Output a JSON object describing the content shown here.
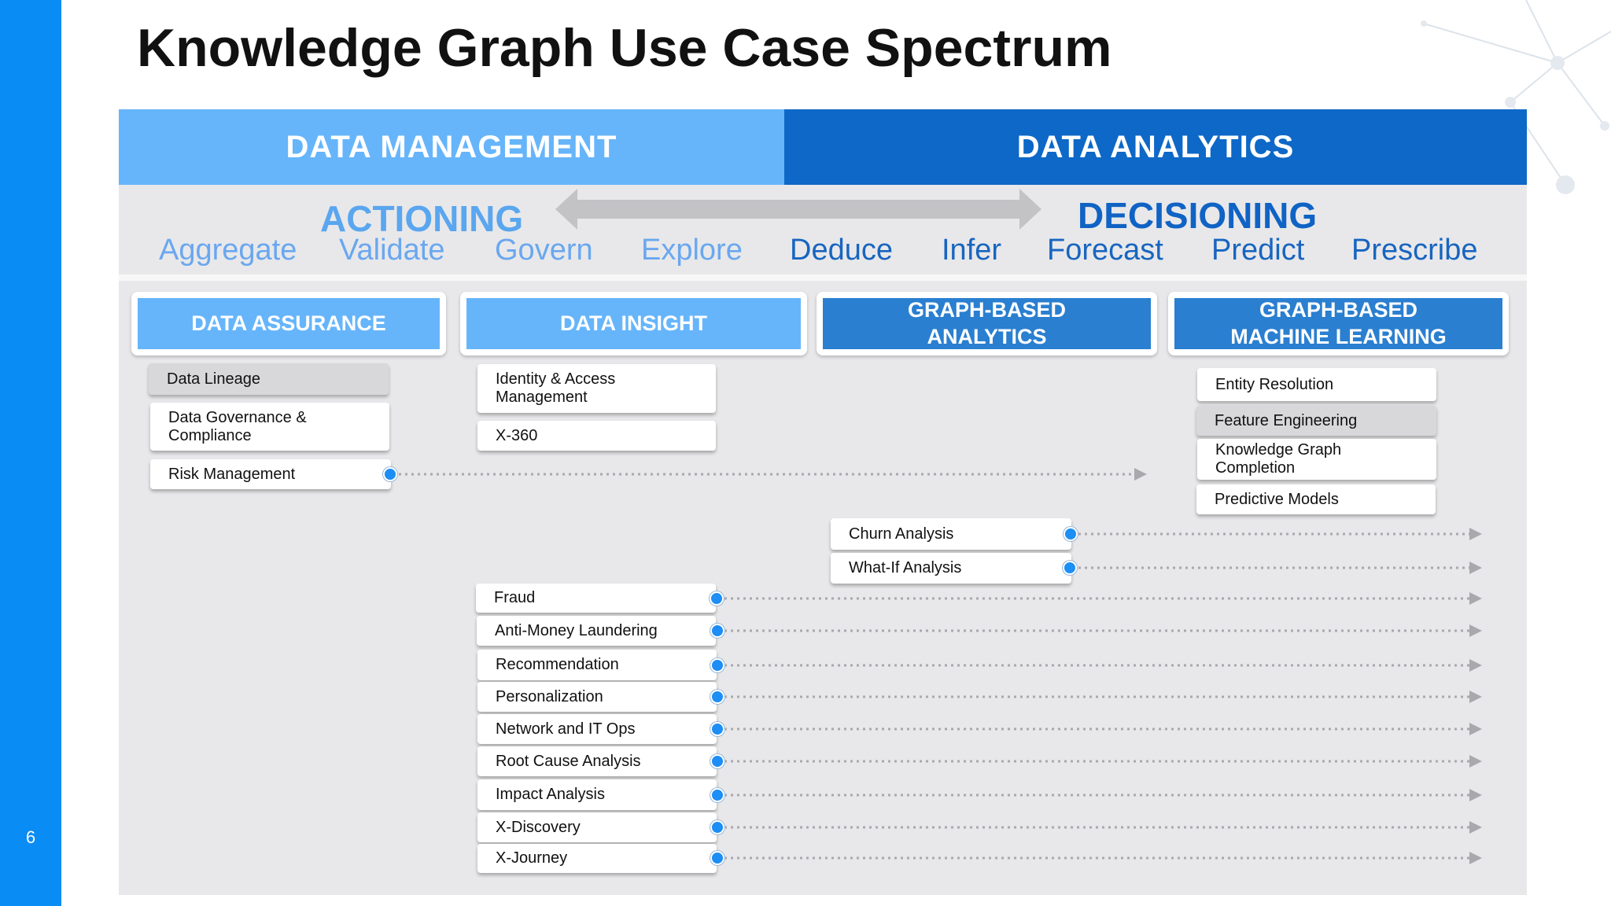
{
  "slide": {
    "title": "Knowledge Graph Use Case Spectrum",
    "page_number": "6"
  },
  "bands": {
    "left": "DATA MANAGEMENT",
    "right": "DATA ANALYTICS"
  },
  "spectrum": {
    "actioning": "ACTIONING",
    "decisioning": "DECISIONING",
    "verbs": [
      "Aggregate",
      "Validate",
      "Govern",
      "Explore",
      "Deduce",
      "Infer",
      "Forecast",
      "Predict",
      "Prescribe"
    ]
  },
  "categories": {
    "data_assurance": "DATA ASSURANCE",
    "data_insight": "DATA INSIGHT",
    "graph_analytics": [
      "GRAPH-BASED",
      "ANALYTICS"
    ],
    "graph_ml": [
      "GRAPH-BASED",
      "MACHINE LEARNING"
    ]
  },
  "data_assurance_items": [
    "Data Lineage",
    "Data Governance & Compliance",
    "Risk Management"
  ],
  "data_insight_items": [
    "Identity & Access Management",
    "X-360"
  ],
  "analytics_items": [
    "Churn Analysis",
    "What-If Analysis"
  ],
  "ml_items": [
    "Entity Resolution",
    "Feature Engineering",
    "Knowledge Graph Completion",
    "Predictive Models"
  ],
  "spanning_items": [
    "Fraud",
    "Anti-Money Laundering",
    "Recommendation",
    "Personalization",
    "Network and IT Ops",
    "Root Cause Analysis",
    "Impact Analysis",
    "X-Discovery",
    "X-Journey"
  ],
  "colors": {
    "accent_bar": "#0a8cf5",
    "light_blue": "#66b5fb",
    "dark_blue": "#0d68c7",
    "panel": "#e8e8ea",
    "connector_dot": "#1c8ef5",
    "arrow": "#bcbcbf"
  }
}
